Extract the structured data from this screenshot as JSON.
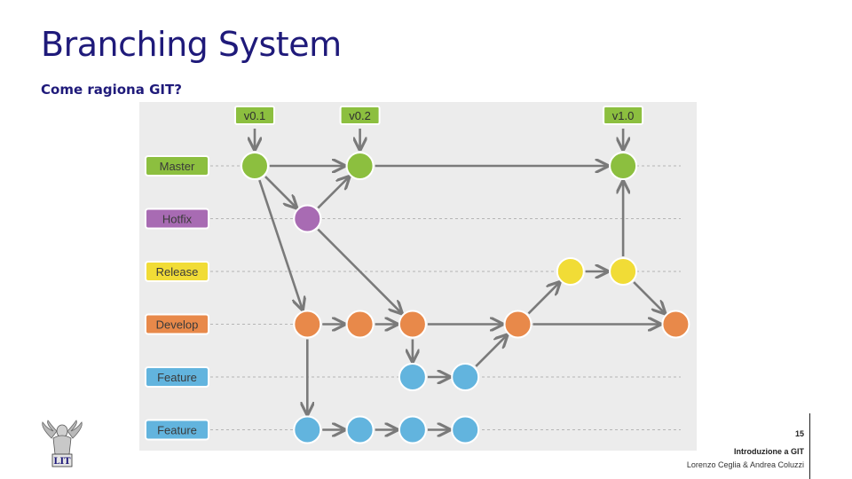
{
  "slide": {
    "title": "Branching System",
    "subtitle": "Come ragiona GIT?",
    "page_number": "15",
    "course": "Introduzione a GIT",
    "authors": "Lorenzo Ceglia & Andrea Coluzzi",
    "logo_text": "LIT"
  },
  "diagram": {
    "background": "#ececec",
    "lanes": [
      {
        "id": "master",
        "label": "Master",
        "color": "#8cbf3f"
      },
      {
        "id": "hotfix",
        "label": "Hotfix",
        "color": "#a86bb3"
      },
      {
        "id": "release",
        "label": "Release",
        "color": "#f1dc36"
      },
      {
        "id": "develop",
        "label": "Develop",
        "color": "#e8894a"
      },
      {
        "id": "feature1",
        "label": "Feature",
        "color": "#62b4de"
      },
      {
        "id": "feature2",
        "label": "Feature",
        "color": "#62b4de"
      }
    ],
    "tags": [
      {
        "label": "v0.1",
        "commit": "m1"
      },
      {
        "label": "v0.2",
        "commit": "m2"
      },
      {
        "label": "v1.0",
        "commit": "m3"
      }
    ],
    "commits": [
      {
        "id": "m1",
        "lane": "master",
        "col": 0
      },
      {
        "id": "m2",
        "lane": "master",
        "col": 2
      },
      {
        "id": "m3",
        "lane": "master",
        "col": 7
      },
      {
        "id": "h1",
        "lane": "hotfix",
        "col": 1
      },
      {
        "id": "r1",
        "lane": "release",
        "col": 6
      },
      {
        "id": "r2",
        "lane": "release",
        "col": 7
      },
      {
        "id": "d1",
        "lane": "develop",
        "col": 1
      },
      {
        "id": "d2",
        "lane": "develop",
        "col": 2
      },
      {
        "id": "d3",
        "lane": "develop",
        "col": 3
      },
      {
        "id": "d4",
        "lane": "develop",
        "col": 5
      },
      {
        "id": "d5",
        "lane": "develop",
        "col": 8
      },
      {
        "id": "f1a",
        "lane": "feature1",
        "col": 3
      },
      {
        "id": "f1b",
        "lane": "feature1",
        "col": 4
      },
      {
        "id": "f2a",
        "lane": "feature2",
        "col": 1
      },
      {
        "id": "f2b",
        "lane": "feature2",
        "col": 2
      },
      {
        "id": "f2c",
        "lane": "feature2",
        "col": 3
      },
      {
        "id": "f2d",
        "lane": "feature2",
        "col": 4
      }
    ],
    "edges": [
      [
        "m1",
        "m2"
      ],
      [
        "m2",
        "m3"
      ],
      [
        "m1",
        "h1"
      ],
      [
        "h1",
        "m2"
      ],
      [
        "h1",
        "d3"
      ],
      [
        "m1",
        "d1"
      ],
      [
        "d1",
        "d2"
      ],
      [
        "d2",
        "d3"
      ],
      [
        "d3",
        "d4"
      ],
      [
        "d3",
        "f1a"
      ],
      [
        "f1a",
        "f1b"
      ],
      [
        "f1b",
        "d4"
      ],
      [
        "d4",
        "r1"
      ],
      [
        "d4",
        "d5"
      ],
      [
        "r1",
        "r2"
      ],
      [
        "r2",
        "m3"
      ],
      [
        "r2",
        "d5"
      ],
      [
        "d1",
        "f2a"
      ],
      [
        "f2a",
        "f2b"
      ],
      [
        "f2b",
        "f2c"
      ],
      [
        "f2c",
        "f2d"
      ]
    ]
  }
}
